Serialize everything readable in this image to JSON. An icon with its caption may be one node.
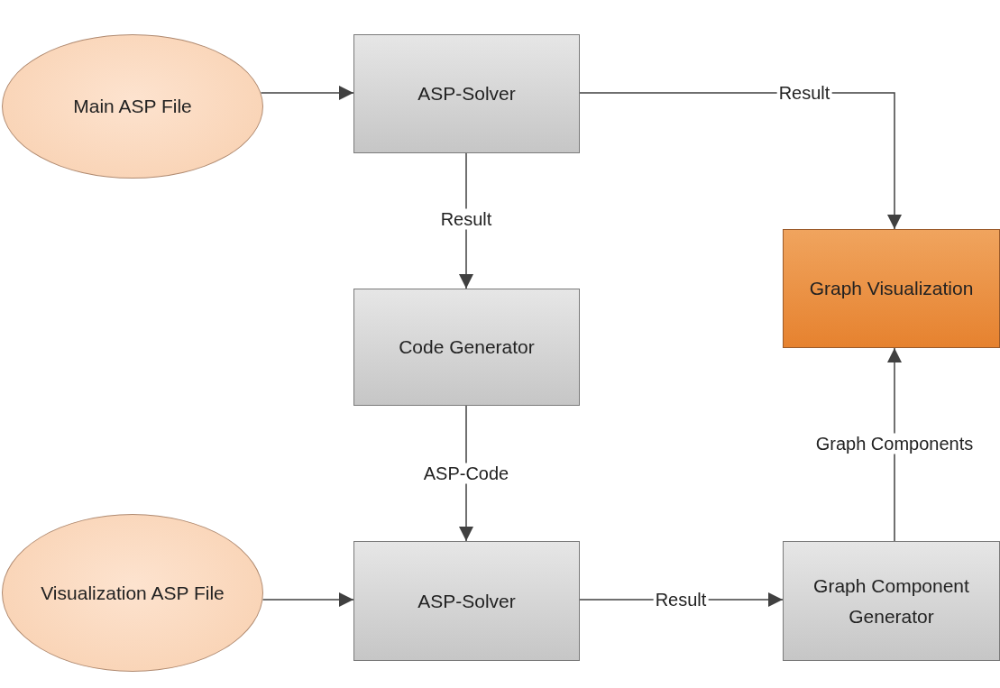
{
  "diagram": {
    "nodes": [
      {
        "text": [
          "Main ASP File"
        ]
      },
      {
        "text": [
          "ASP-Solver"
        ]
      },
      {
        "text": [
          "Graph Visualization"
        ]
      },
      {
        "text": [
          "Code Generator"
        ]
      },
      {
        "text": [
          "Visualization ASP File"
        ]
      },
      {
        "text": [
          "ASP-Solver"
        ]
      },
      {
        "text": [
          "Graph Component Generator"
        ]
      }
    ],
    "edges": [
      {
        "from": 0,
        "to": 1,
        "arrow": "to"
      },
      {
        "from": 1,
        "to": 2,
        "arrow": "to",
        "label": "Result"
      },
      {
        "from": 1,
        "to": 3,
        "arrow": "to",
        "label": "Result"
      },
      {
        "from": 3,
        "to": 5,
        "arrow": "to",
        "label": "ASP-Code"
      },
      {
        "from": 4,
        "to": 5,
        "arrow": "to"
      },
      {
        "from": 5,
        "to": 6,
        "arrow": "to",
        "label": "Result"
      },
      {
        "from": 6,
        "to": 2,
        "arrow": "to",
        "label": "Graph Components"
      }
    ]
  }
}
